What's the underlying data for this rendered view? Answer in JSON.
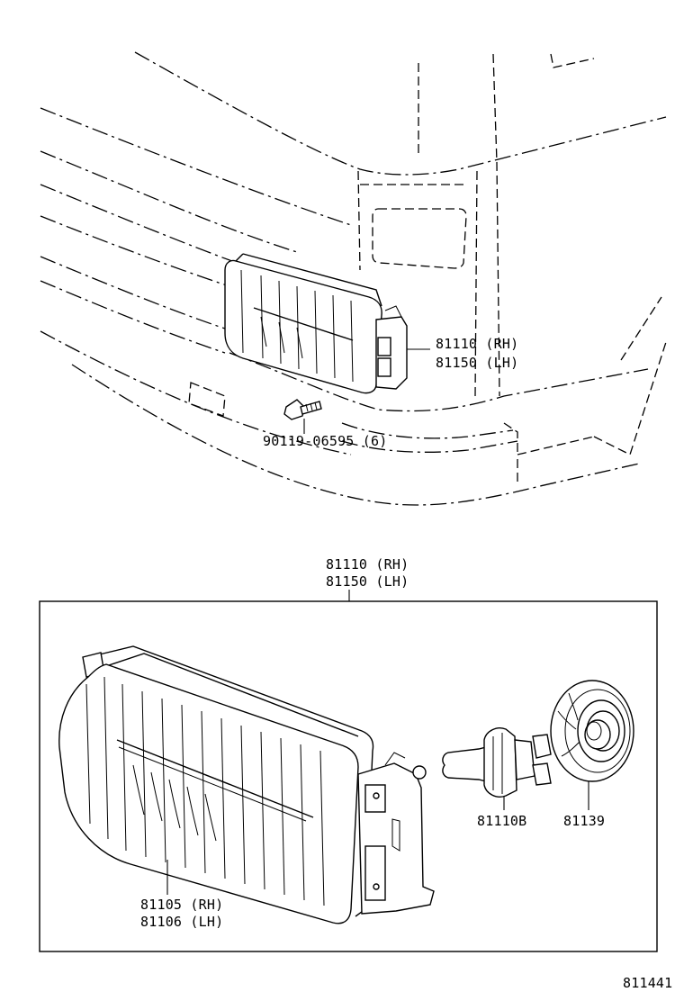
{
  "diagram": {
    "top_view": {
      "assembly_label_rh": "81110 (RH)",
      "assembly_label_lh": "81150 (LH)",
      "screw_label": "90119-06595 (6)"
    },
    "detail_view": {
      "assembly_label_rh": "81110 (RH)",
      "assembly_label_lh": "81150 (LH)",
      "lens_label_rh": "81105 (RH)",
      "lens_label_lh": "81106 (LH)",
      "bulb_label": "81110B",
      "socket_cover_label": "81139"
    },
    "figure_number": "811441"
  }
}
